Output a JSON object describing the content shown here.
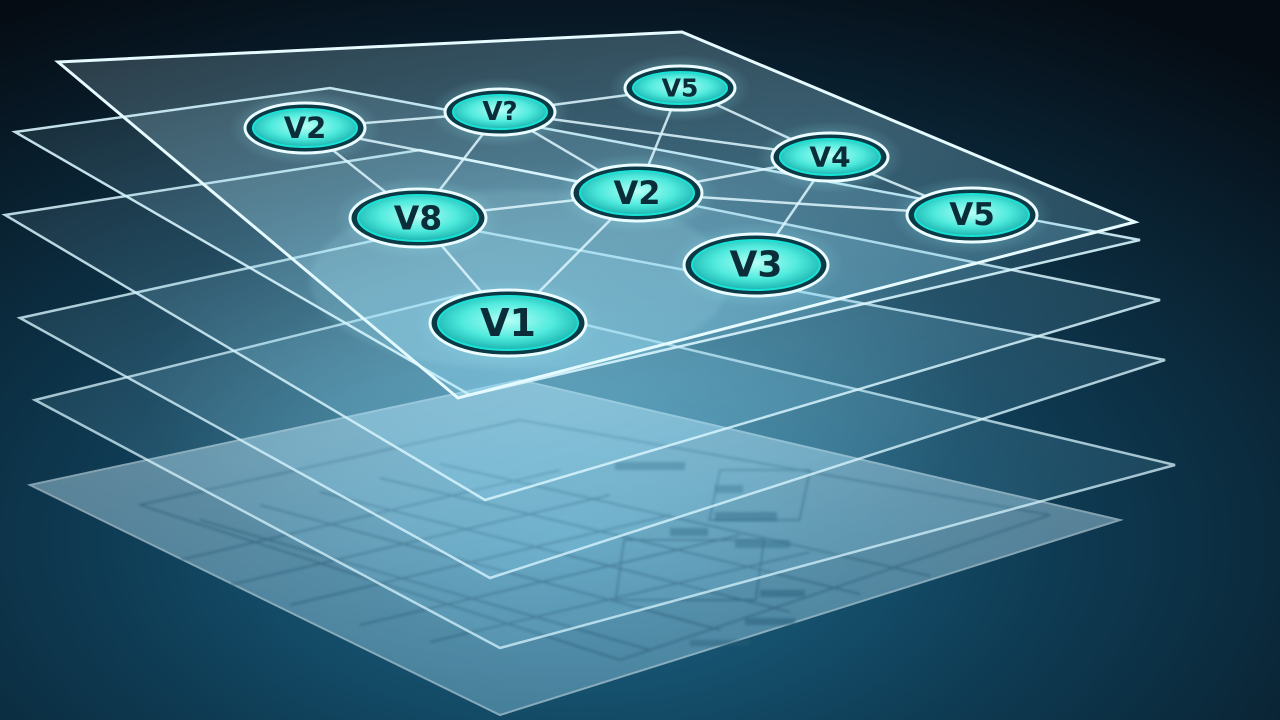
{
  "scene": {
    "colors": {
      "background_top": "#06101a",
      "background_bottom": "#0e3a52",
      "panel_fill": "#9fe3ff",
      "panel_edge": "#d8f6ff",
      "node_glow": "#19e3d6",
      "node_core": "#7ff5ea",
      "edge_line": "#dff7ff"
    }
  },
  "graph": {
    "nodes": [
      {
        "id": "n1",
        "label": "V2"
      },
      {
        "id": "n2",
        "label": "V?"
      },
      {
        "id": "n3",
        "label": "V5"
      },
      {
        "id": "n4",
        "label": "V4"
      },
      {
        "id": "n5",
        "label": "V2"
      },
      {
        "id": "n6",
        "label": "V8"
      },
      {
        "id": "n7",
        "label": "V5"
      },
      {
        "id": "n8",
        "label": "V3"
      },
      {
        "id": "n9",
        "label": "V1"
      }
    ],
    "edges": [
      [
        "n1",
        "n2"
      ],
      [
        "n2",
        "n3"
      ],
      [
        "n1",
        "n5"
      ],
      [
        "n2",
        "n5"
      ],
      [
        "n2",
        "n6"
      ],
      [
        "n2",
        "n4"
      ],
      [
        "n3",
        "n4"
      ],
      [
        "n3",
        "n5"
      ],
      [
        "n5",
        "n6"
      ],
      [
        "n5",
        "n9"
      ],
      [
        "n5",
        "n4"
      ],
      [
        "n5",
        "n7"
      ],
      [
        "n4",
        "n7"
      ],
      [
        "n4",
        "n8"
      ],
      [
        "n6",
        "n9"
      ],
      [
        "n1",
        "n6"
      ]
    ]
  }
}
